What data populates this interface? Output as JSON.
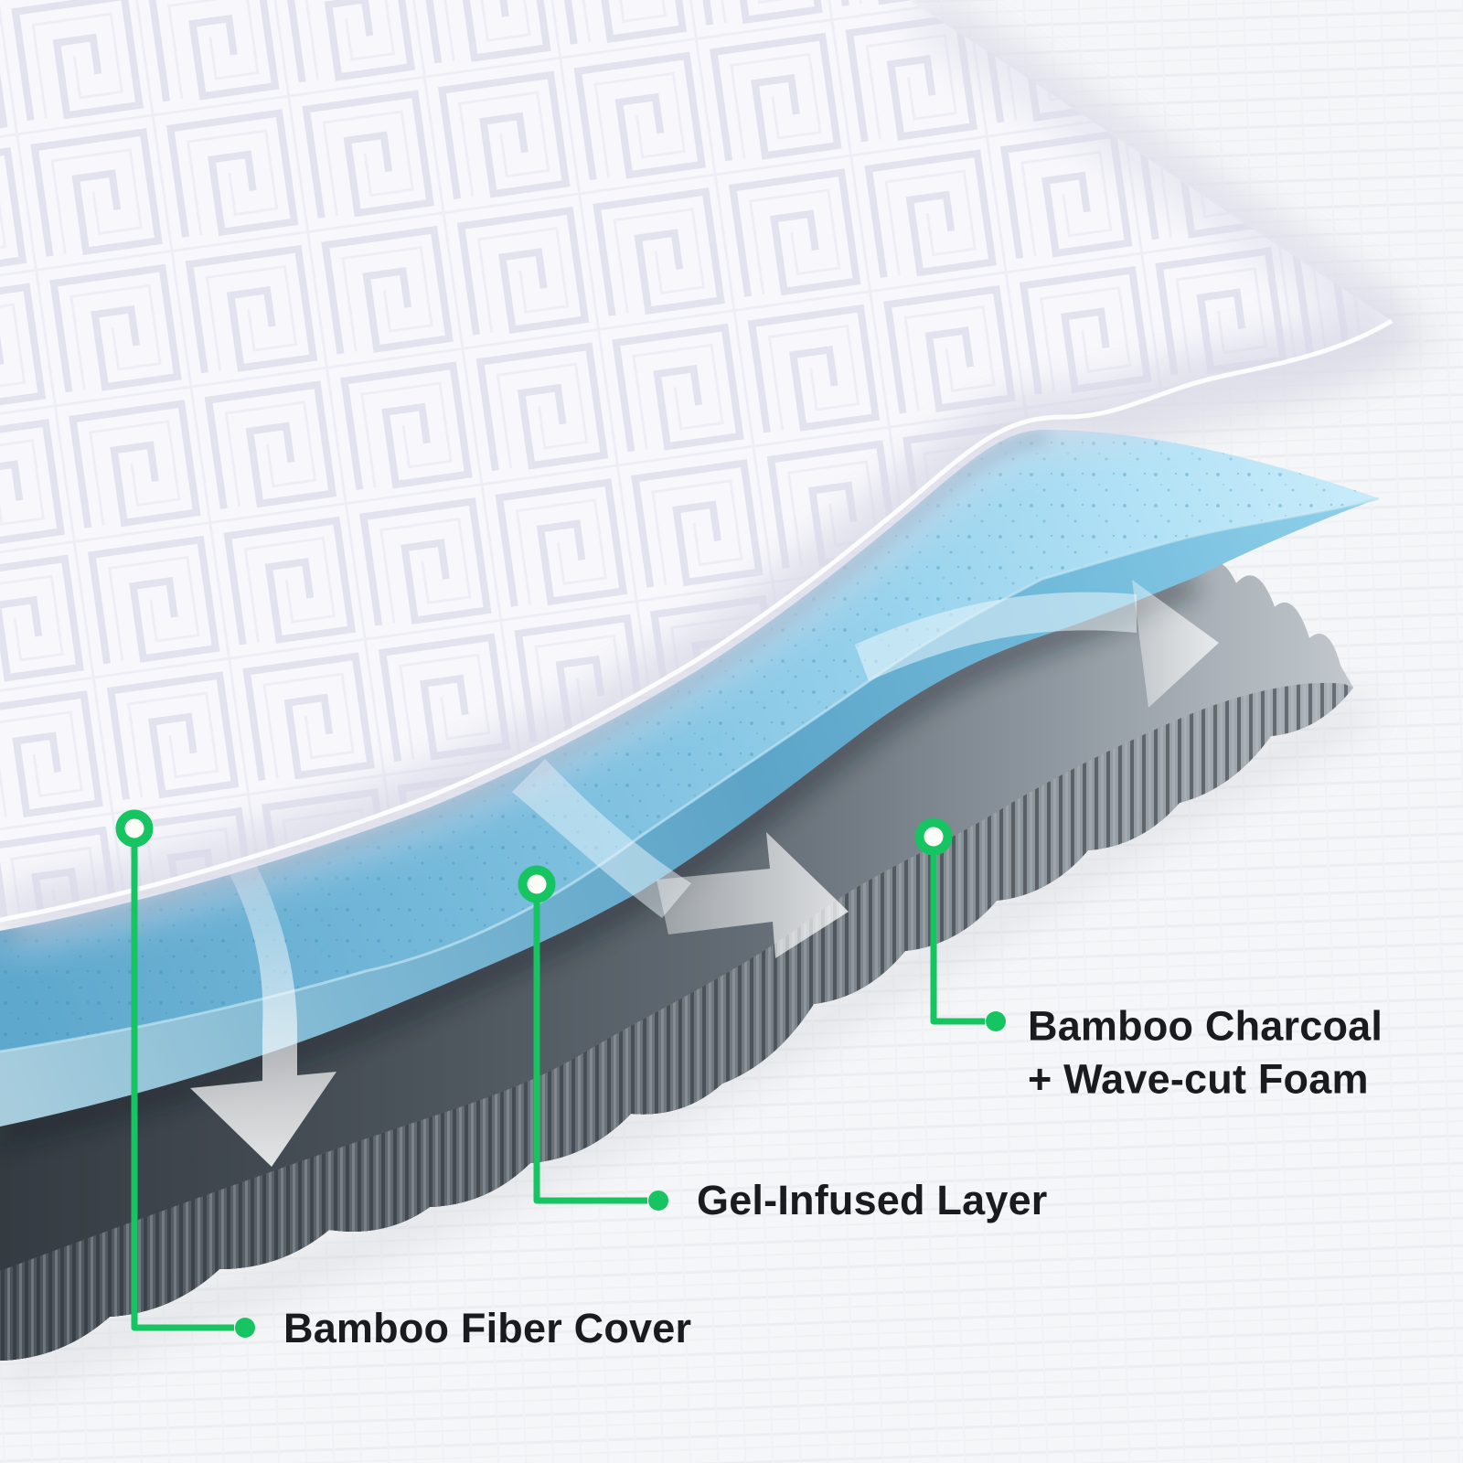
{
  "figure": {
    "kind": "pillow-layer-cutaway-infographic"
  },
  "annotations": {
    "bamboo_fiber_cover": {
      "label": "Bamboo Fiber Cover"
    },
    "gel_infused_layer": {
      "label": "Gel-Infused Layer"
    },
    "bamboo_charcoal_foam": {
      "label_line1": "Bamboo Charcoal",
      "label_line2": "+ Wave-cut Foam"
    }
  },
  "colors": {
    "accent_green": "#17C462",
    "label_text": "#1A1B1E",
    "gel_blue": "#7FC3E2",
    "foam_dark": "#3A4248",
    "fabric_white": "#F8F8FC"
  }
}
